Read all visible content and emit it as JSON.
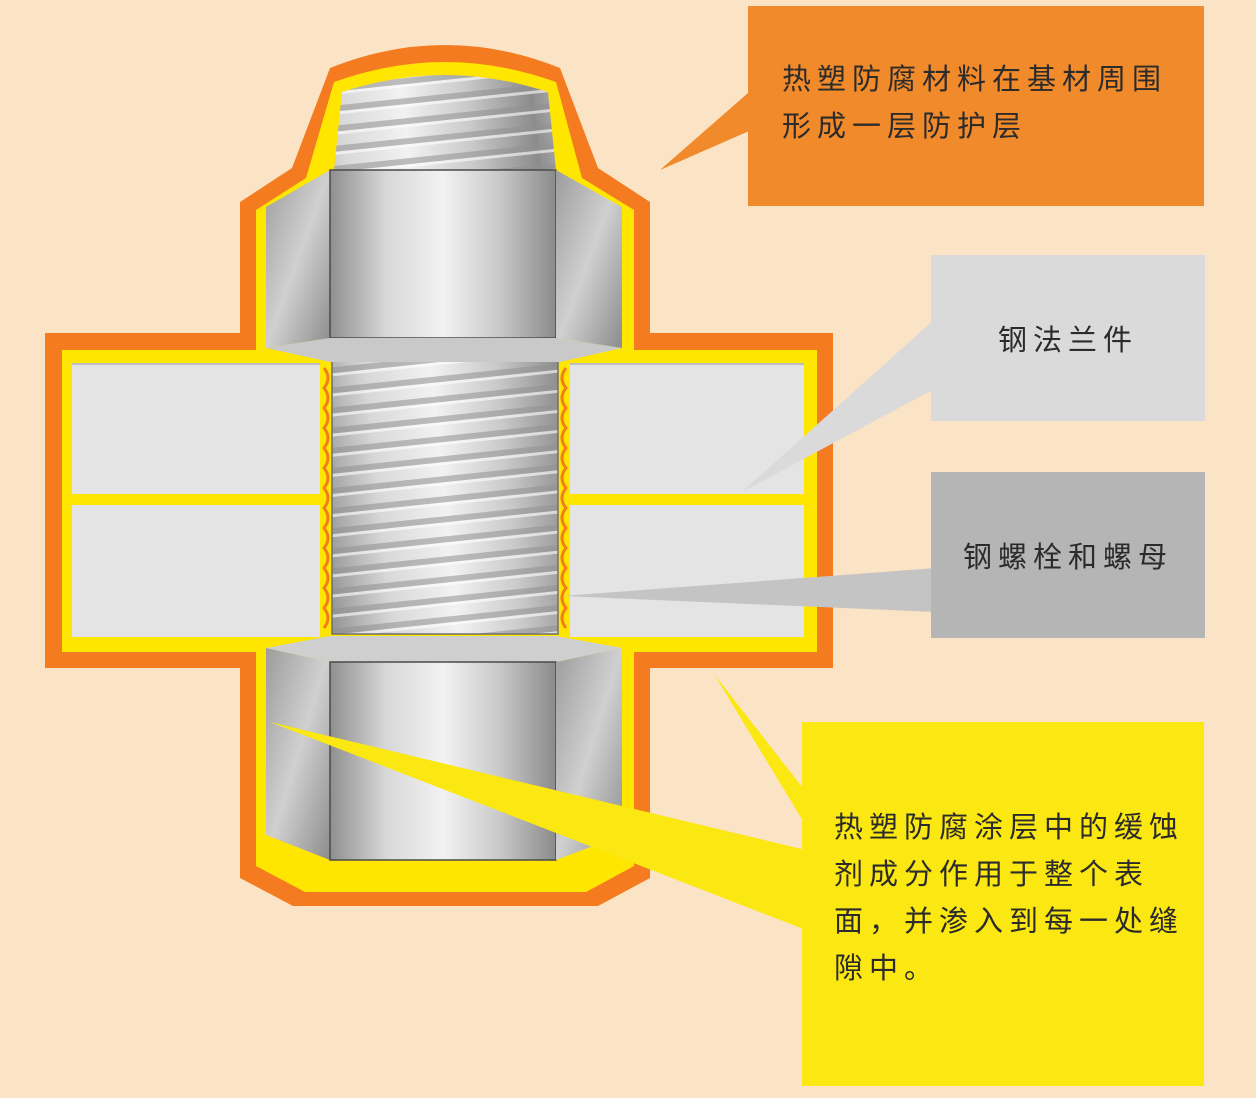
{
  "colors": {
    "background": "#fbe3c6",
    "outer_coating": "#f47b20",
    "inner_coating": "#ffe600",
    "flange": "#e4e4e4",
    "steel": "#b8b8b8"
  },
  "callouts": {
    "coating_layer": "热塑防腐材料在基材周围形成一层防护层",
    "steel_flange": "钢法兰件",
    "steel_bolt_nut": "钢螺栓和螺母",
    "inhibitor": "热塑防腐涂层中的缓蚀剂成分作用于整个表面，并渗入到每一处缝隙中。"
  },
  "icons": {
    "diagram": "bolted-flange-cross-section"
  }
}
